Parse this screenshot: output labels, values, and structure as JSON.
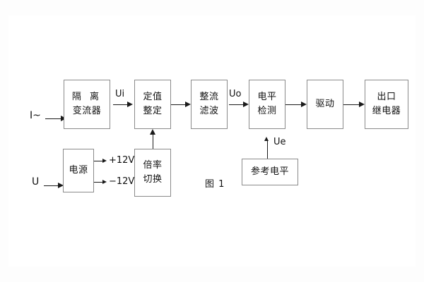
{
  "figure": {
    "caption": "图 1",
    "background": "#ffffff",
    "line_color": "#1a1a1a",
    "box_border_color": "#8a8a8a",
    "text_color": "#111111"
  },
  "inputs": [
    {
      "name": "current-input",
      "label": "I~"
    },
    {
      "name": "voltage-input",
      "label": "U"
    }
  ],
  "blocks": [
    {
      "id": "isolation-transformer",
      "line1": "隔 离",
      "line2": "变流器"
    },
    {
      "id": "setting-value",
      "line1": "定值",
      "line2": "整定"
    },
    {
      "id": "rectifier-filter",
      "line1": "整流",
      "line2": "滤波"
    },
    {
      "id": "level-detection",
      "line1": "电平",
      "line2": "检测"
    },
    {
      "id": "driver",
      "line1": "驱动",
      "line2": ""
    },
    {
      "id": "output-relay",
      "line1": "出口",
      "line2": "继电器"
    },
    {
      "id": "power-supply",
      "line1": "电源",
      "line2": ""
    },
    {
      "id": "multiplier-switch",
      "line1": "倍率",
      "line2": "切换"
    },
    {
      "id": "reference-level",
      "line1": "参考电平",
      "line2": ""
    }
  ],
  "signals": [
    {
      "id": "ui",
      "label": "Ui"
    },
    {
      "id": "uo",
      "label": "Uo"
    },
    {
      "id": "ue",
      "label": "Ue"
    }
  ],
  "rails": [
    {
      "id": "rail-positive",
      "label": "+12V"
    },
    {
      "id": "rail-negative",
      "label": "−12V"
    }
  ]
}
